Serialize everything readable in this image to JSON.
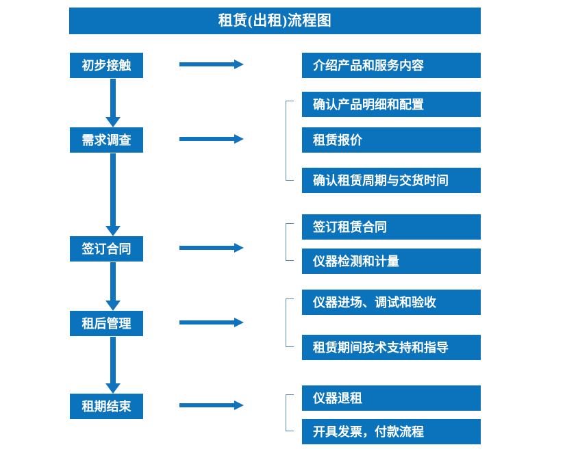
{
  "diagram": {
    "title": "租赁(出租)流程图",
    "colors": {
      "box_fill": "#0B72BC",
      "box_text": "#FFFFFF",
      "arrow": "#1173BE",
      "bracket": "#5B85B5",
      "background": "#FFFFFF"
    },
    "stages": [
      {
        "label": "初步接触"
      },
      {
        "label": "需求调查"
      },
      {
        "label": "签订合同"
      },
      {
        "label": "租后管理"
      },
      {
        "label": "租期结束"
      }
    ],
    "details": [
      {
        "label": "介绍产品和服务内容"
      },
      {
        "label": "确认产品明细和配置"
      },
      {
        "label": "租赁报价"
      },
      {
        "label": "确认租赁周期与交货时间"
      },
      {
        "label": "签订租赁合同"
      },
      {
        "label": "仪器检测和计量"
      },
      {
        "label": "仪器进场、调试和验收"
      },
      {
        "label": "租赁期间技术支持和指导"
      },
      {
        "label": "仪器退租"
      },
      {
        "label": "开具发票，付款流程"
      }
    ],
    "groups": [
      {
        "name": "需求调查-details",
        "items": [
          "确认产品明细和配置",
          "租赁报价",
          "确认租赁周期与交货时间"
        ]
      },
      {
        "name": "签订合同-details",
        "items": [
          "签订租赁合同",
          "仪器检测和计量"
        ]
      },
      {
        "name": "租后管理-details",
        "items": [
          "仪器进场、调试和验收",
          "租赁期间技术支持和指导"
        ]
      },
      {
        "name": "租期结束-details",
        "items": [
          "仪器退租",
          "开具发票，付款流程"
        ]
      }
    ],
    "connectors": {
      "horizontal_count": 5,
      "vertical_count": 4,
      "direction": "left-to-right and top-to-bottom"
    }
  }
}
